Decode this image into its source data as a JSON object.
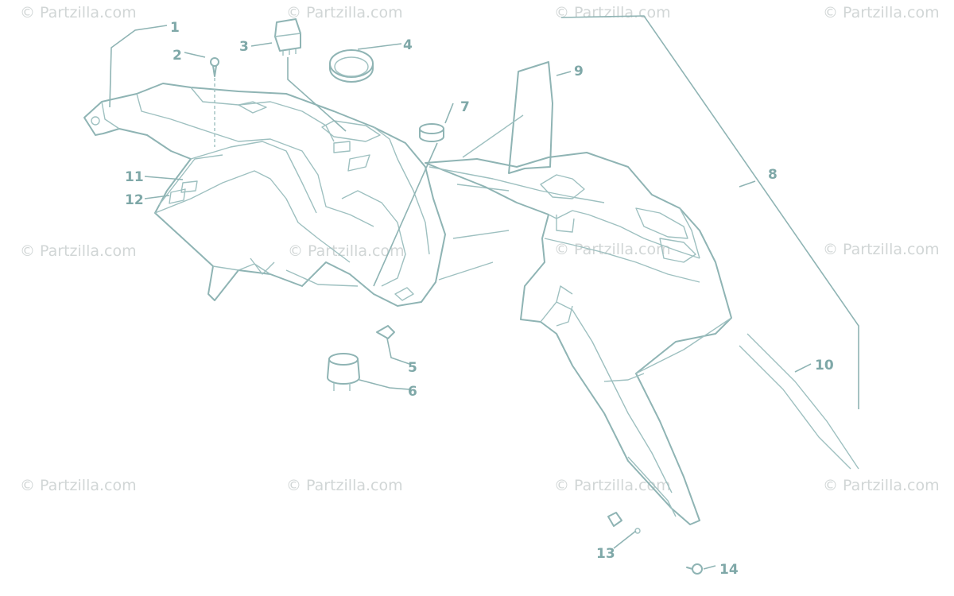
{
  "watermark": "© Partzilla.com",
  "labels": {
    "c1": "1",
    "c2": "2",
    "c3": "3",
    "c4": "4",
    "c5": "5",
    "c6": "6",
    "c7": "7",
    "c8": "8",
    "c9": "9",
    "c10": "10",
    "c11": "11",
    "c12": "12",
    "c13": "13",
    "c14": "14"
  },
  "colors": {
    "line": "#8fb4b4",
    "label": "#7fa8a8",
    "watermark": "#c9cfcf"
  }
}
